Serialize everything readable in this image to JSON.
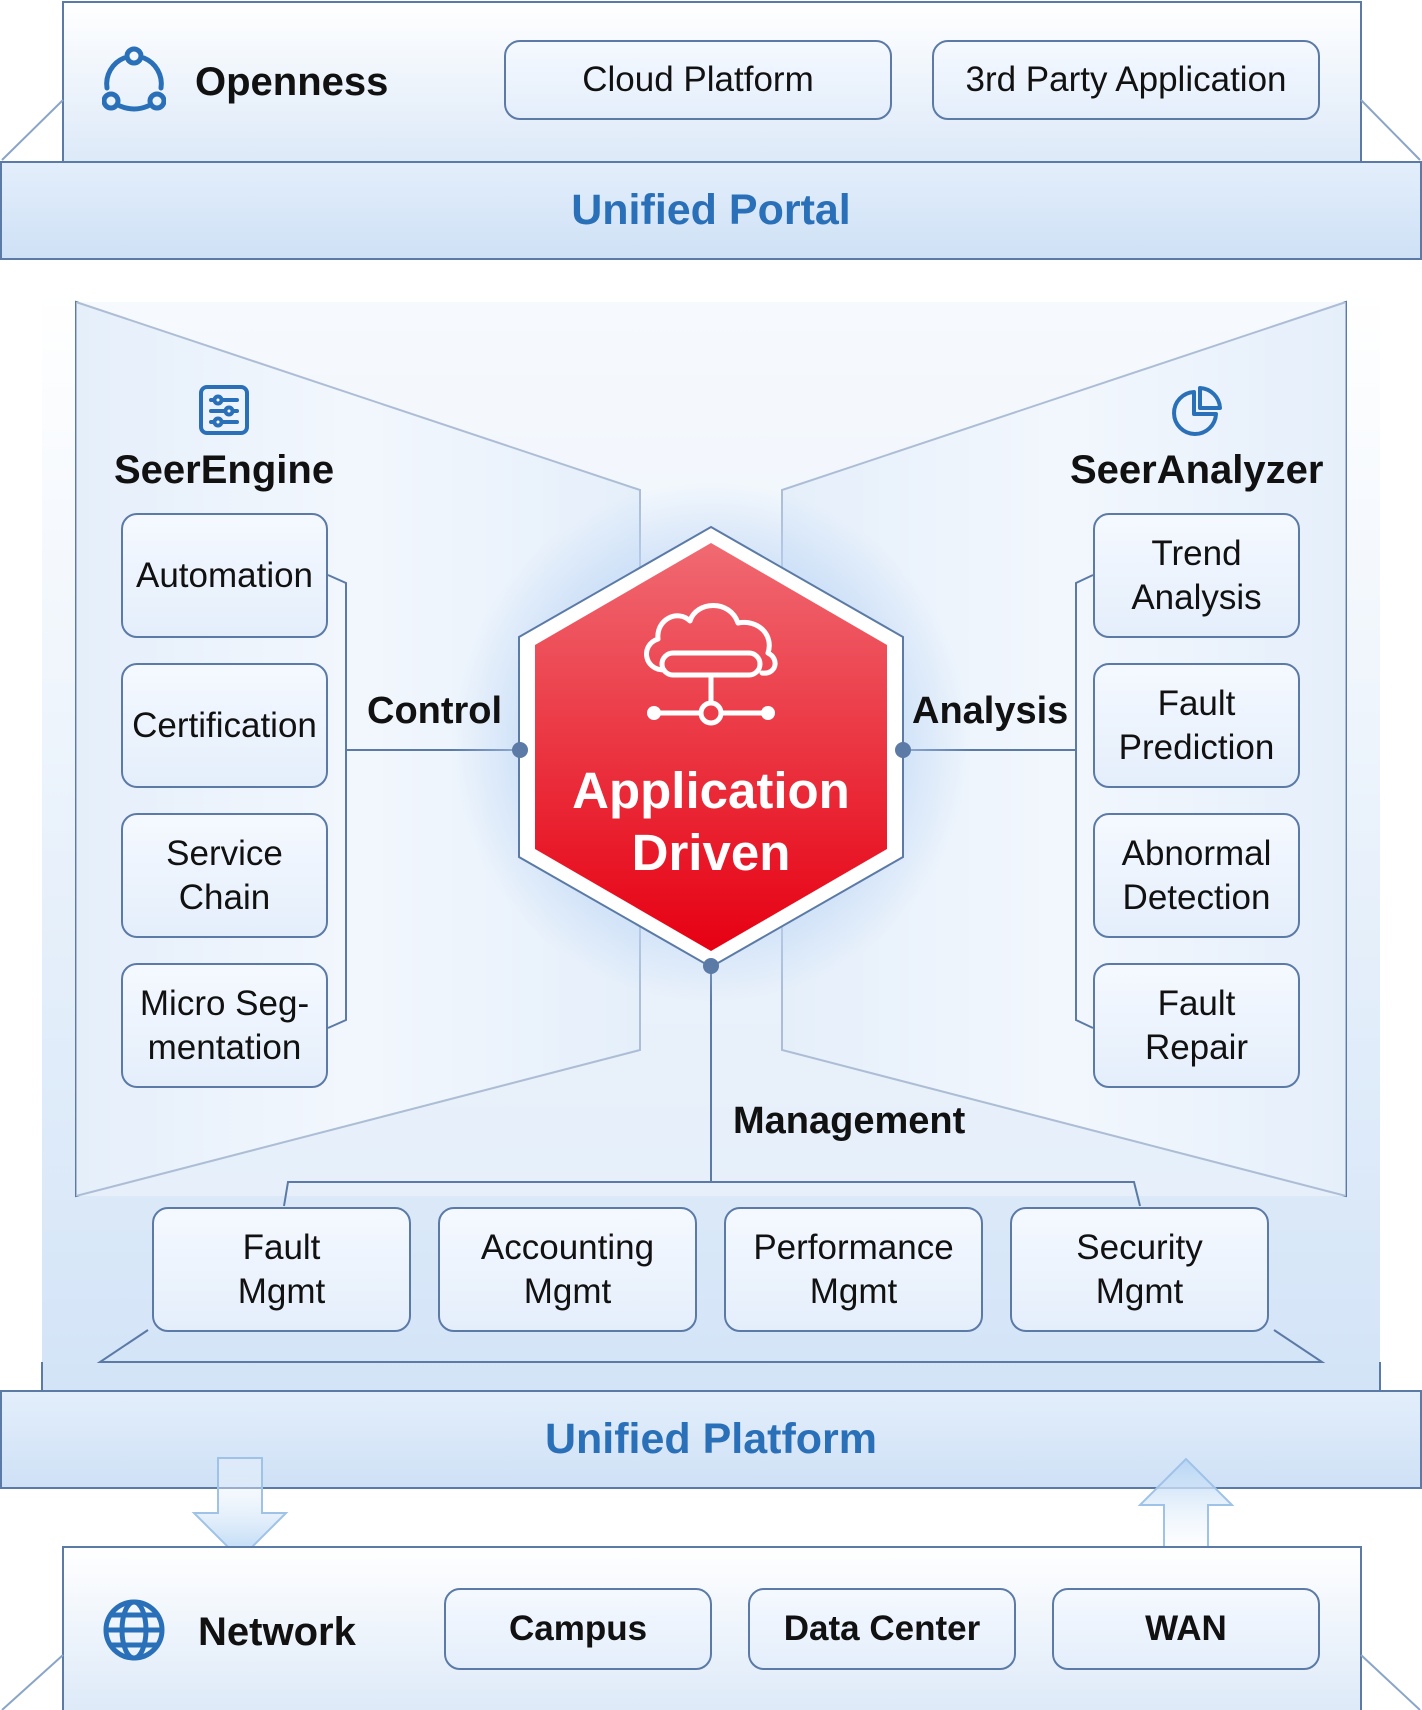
{
  "openness": {
    "title": "Openness",
    "icon": "share-nodes-icon",
    "items": [
      "Cloud Platform",
      "3rd Party Application"
    ]
  },
  "unified_portal": "Unified Portal",
  "seer_engine": {
    "title": "SeerEngine",
    "icon": "sliders-icon",
    "items": [
      "Automation",
      "Certification",
      "Service\nChain",
      "Micro Seg-\nmentation"
    ]
  },
  "seer_analyzer": {
    "title": "SeerAnalyzer",
    "icon": "pie-chart-icon",
    "items": [
      "Trend\nAnalysis",
      "Fault\nPrediction",
      "Abnormal\nDetection",
      "Fault\nRepair"
    ]
  },
  "center": {
    "title_line1": "Application",
    "title_line2": "Driven",
    "icon": "cloud-network-icon"
  },
  "edges": {
    "control": "Control",
    "analysis": "Analysis",
    "management": "Management"
  },
  "management": {
    "items": [
      "Fault\nMgmt",
      "Accounting\nMgmt",
      "Performance\nMgmt",
      "Security\nMgmt"
    ]
  },
  "unified_platform": "Unified Platform",
  "network": {
    "title": "Network",
    "icon": "globe-icon",
    "items": [
      "Campus",
      "Data Center",
      "WAN"
    ]
  },
  "colors": {
    "accent_blue": "#2a70b8",
    "border_blue": "#5b7aa6",
    "hexagon_red": "#e60012",
    "panel_bg": "#e4eefb"
  }
}
